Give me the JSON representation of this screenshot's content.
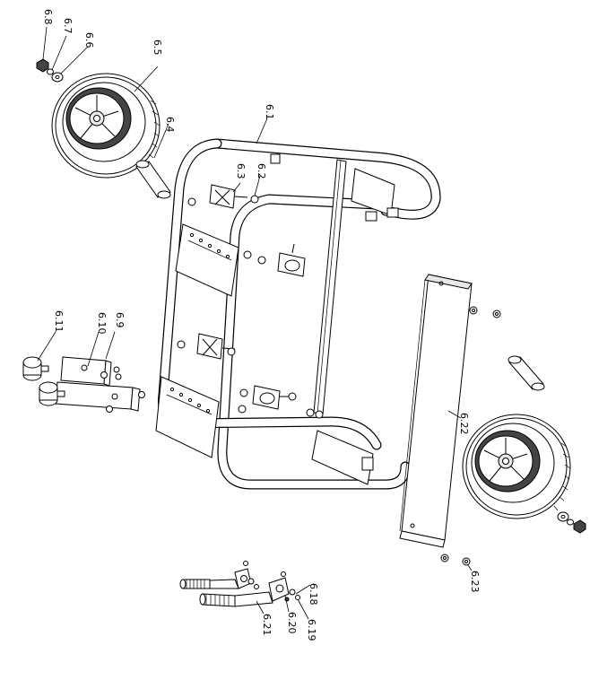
{
  "diagram": {
    "callouts": [
      {
        "id": "6.1",
        "label": "6.1"
      },
      {
        "id": "6.2",
        "label": "6.2"
      },
      {
        "id": "6.3",
        "label": "6.3"
      },
      {
        "id": "6.4",
        "label": "6.4"
      },
      {
        "id": "6.5",
        "label": "6.5"
      },
      {
        "id": "6.6",
        "label": "6.6"
      },
      {
        "id": "6.7",
        "label": "6.7"
      },
      {
        "id": "6.8",
        "label": "6.8"
      },
      {
        "id": "6.9",
        "label": "6.9"
      },
      {
        "id": "6.10",
        "label": "6.10"
      },
      {
        "id": "6.11",
        "label": "6.11"
      },
      {
        "id": "6.18",
        "label": "6.18"
      },
      {
        "id": "6.19",
        "label": "6.19"
      },
      {
        "id": "6.20",
        "label": "6.20"
      },
      {
        "id": "6.21",
        "label": "6.21"
      },
      {
        "id": "6.22",
        "label": "6.22"
      },
      {
        "id": "6.23",
        "label": "6.23"
      }
    ]
  }
}
